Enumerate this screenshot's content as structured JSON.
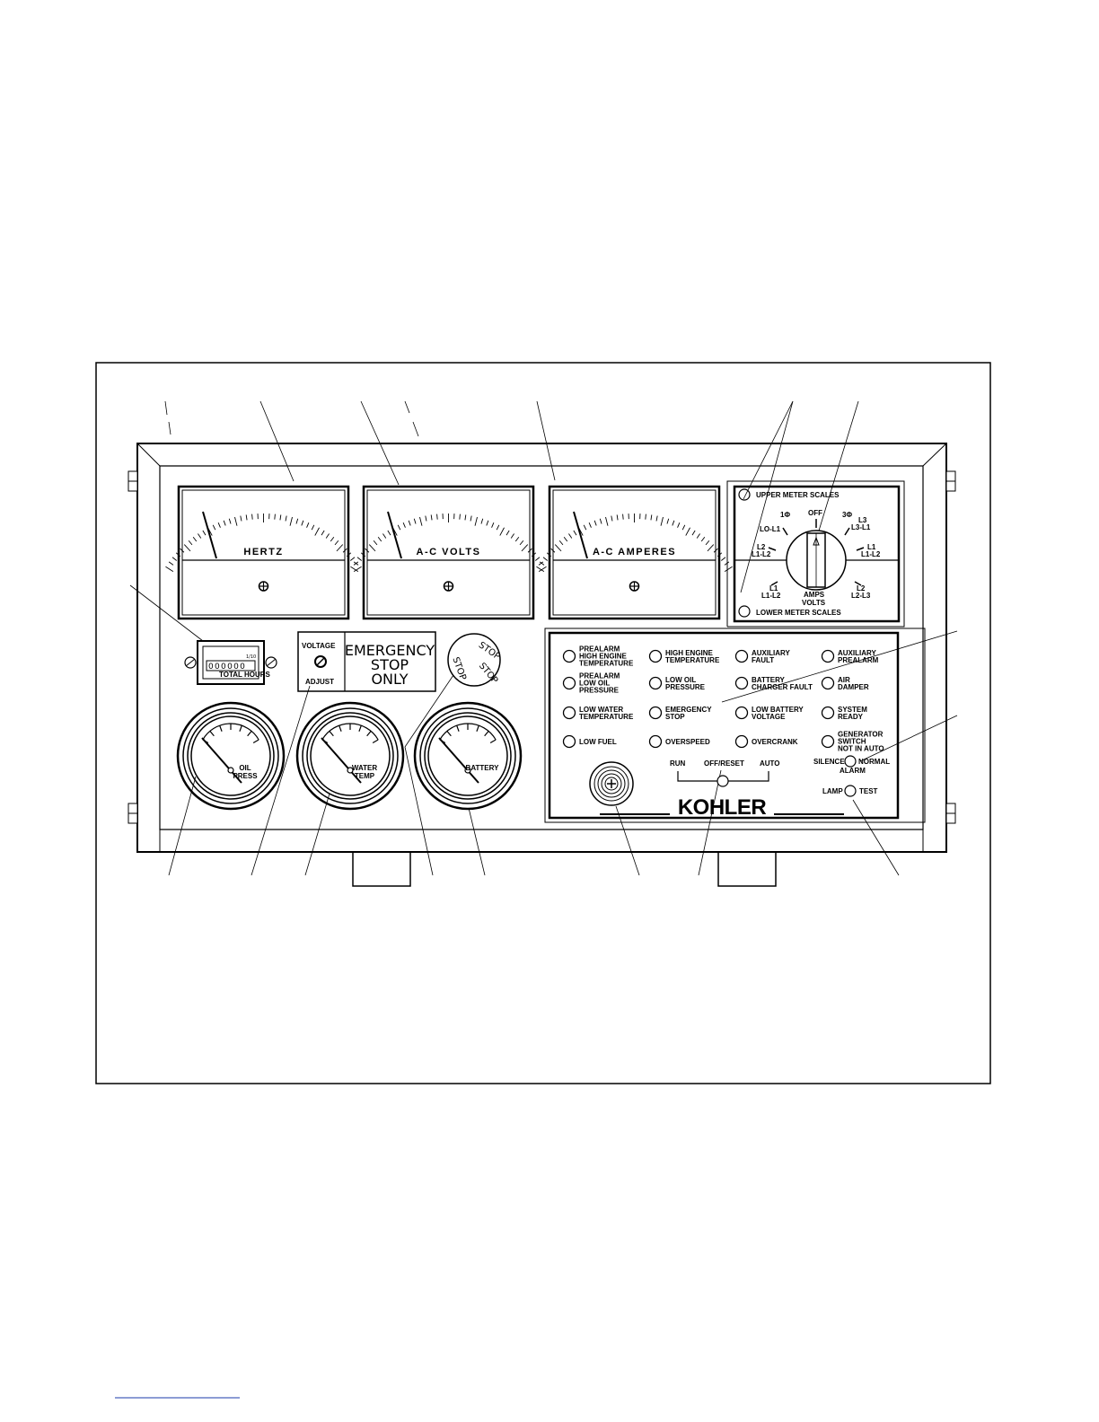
{
  "meters": [
    {
      "label": "HERTZ"
    },
    {
      "label": "A-C VOLTS"
    },
    {
      "label": "A-C AMPERES"
    }
  ],
  "selector": {
    "upper_title": "UPPER METER SCALES",
    "lower_title": "LOWER METER SCALES",
    "off": "OFF",
    "amps": "AMPS",
    "volts": "VOLTS",
    "phase_1": "1Φ",
    "phase_3": "3Φ",
    "positions": {
      "lo_l1": "LO-L1",
      "l2_l1l2": [
        "L2",
        "L1-L2"
      ],
      "l1_l1l2": [
        "L1",
        "L1-L2"
      ],
      "l3_l3l1": [
        "L3",
        "L3-L1"
      ],
      "l1_l1l2_r": [
        "L1",
        "L1-L2"
      ],
      "l2_l2l3": [
        "L2",
        "L2-L3"
      ]
    }
  },
  "hour_meter": {
    "digits": "000000",
    "fraction": "1/10",
    "caption": "TOTAL HOURS"
  },
  "voltage_adjust": {
    "top": "VOLTAGE",
    "bottom": "ADJUST"
  },
  "emergency_label": [
    "EMERGENCY",
    "STOP",
    "ONLY"
  ],
  "stop_button": {
    "text": "STOP"
  },
  "gauges": [
    {
      "label": [
        "OIL",
        "PRESS"
      ]
    },
    {
      "label": [
        "WATER",
        "TEMP"
      ]
    },
    {
      "label": [
        "BATTERY"
      ]
    }
  ],
  "indicators": [
    [
      "PREALARM",
      "HIGH ENGINE",
      "TEMPERATURE"
    ],
    [
      "HIGH ENGINE",
      "TEMPERATURE"
    ],
    [
      "AUXILIARY",
      "FAULT"
    ],
    [
      "AUXILIARY",
      "PREALARM"
    ],
    [
      "PREALARM",
      "LOW OIL",
      "PRESSURE"
    ],
    [
      "LOW OIL",
      "PRESSURE"
    ],
    [
      "BATTERY",
      "CHARGER FAULT"
    ],
    [
      "AIR",
      "DAMPER"
    ],
    [
      "LOW WATER",
      "TEMPERATURE"
    ],
    [
      "EMERGENCY",
      "STOP"
    ],
    [
      "LOW BATTERY",
      "VOLTAGE"
    ],
    [
      "SYSTEM",
      "READY"
    ],
    [
      "LOW FUEL"
    ],
    [
      "OVERSPEED"
    ],
    [
      "OVERCRANK"
    ],
    [
      "GENERATOR",
      "SWITCH",
      "NOT IN AUTO"
    ]
  ],
  "mode_switch": {
    "run": "RUN",
    "off_reset": "OFF/RESET",
    "auto": "AUTO"
  },
  "alarm_switch": {
    "silence": "SILENCE",
    "normal": "NORMAL",
    "alarm": "ALARM"
  },
  "lamp_switch": {
    "lamp": "LAMP",
    "test": "TEST"
  },
  "brand": "KOHLER"
}
